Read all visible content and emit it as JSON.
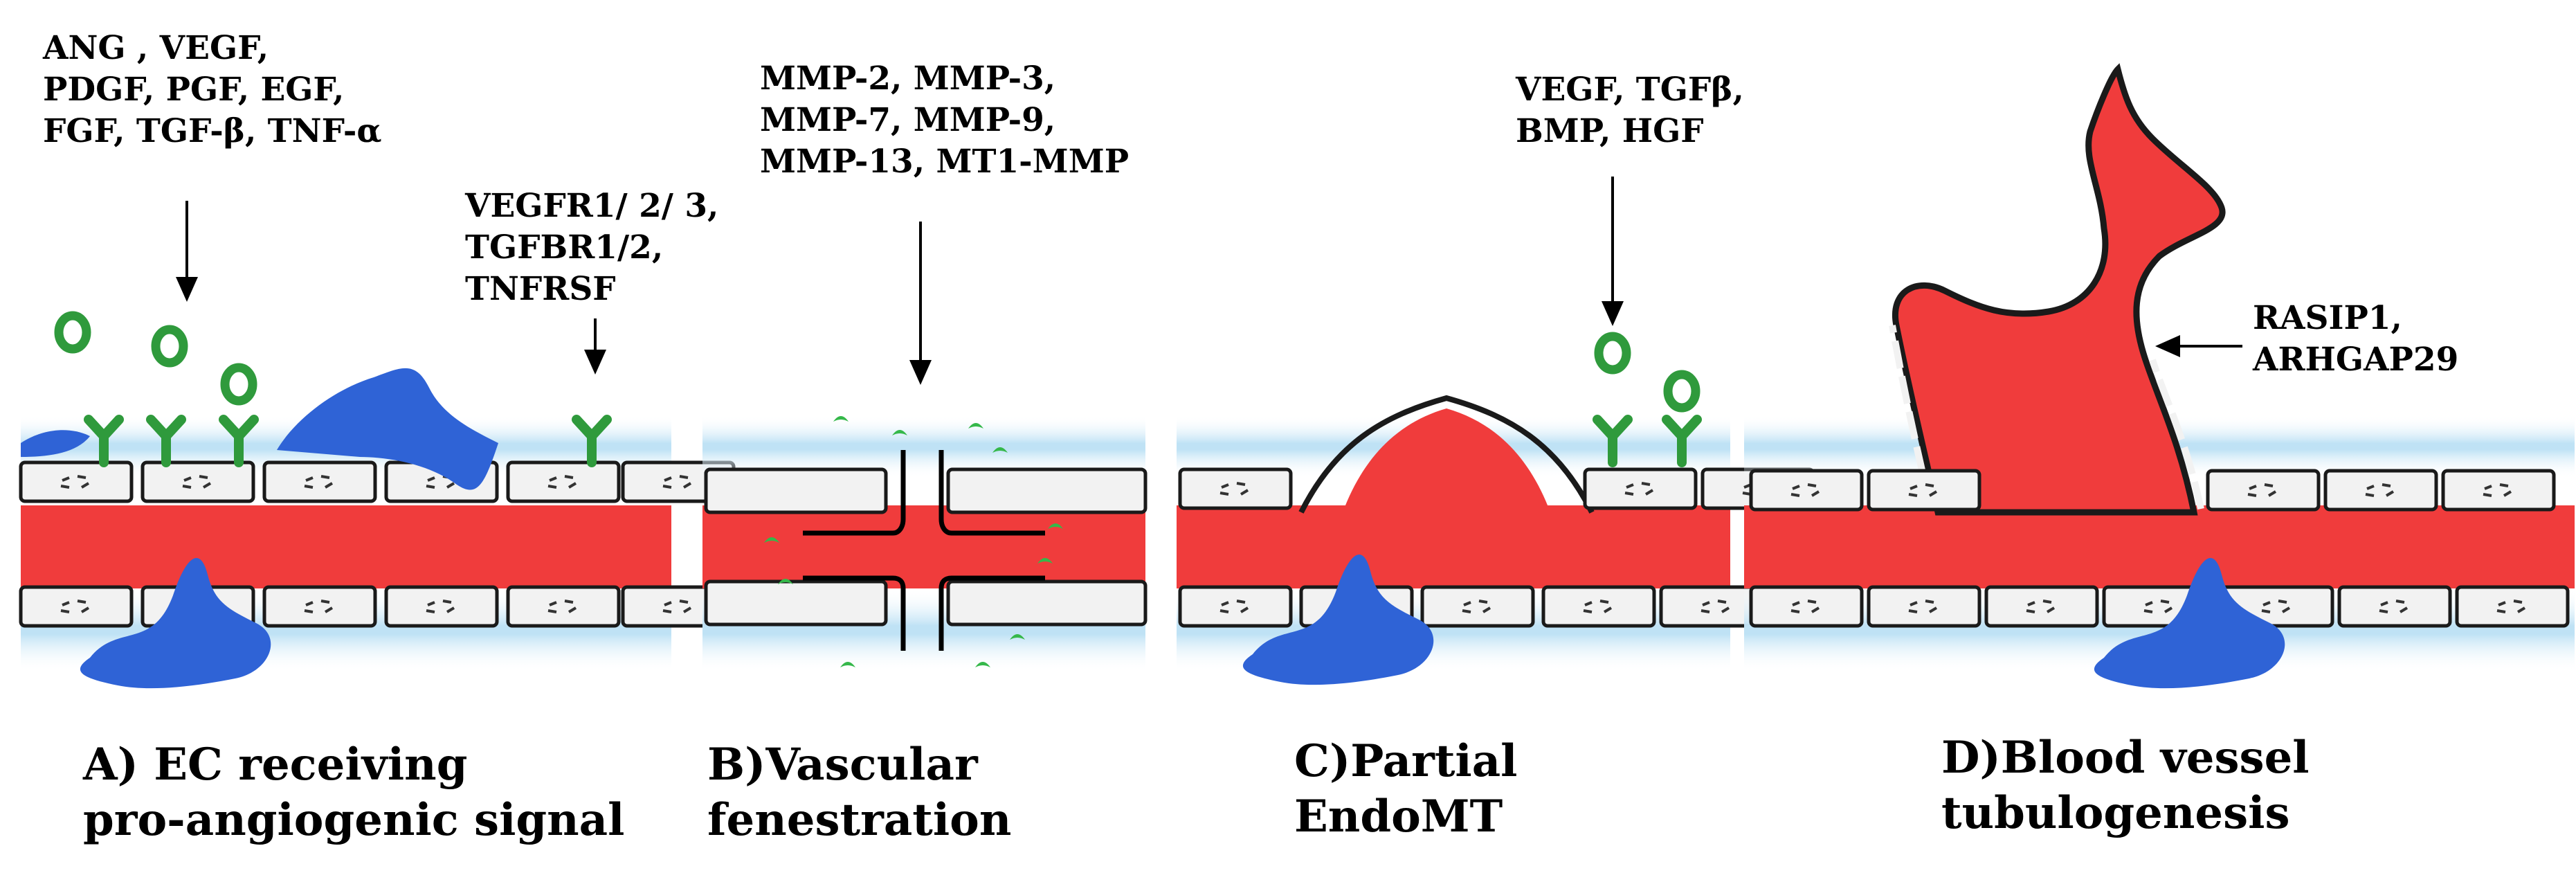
{
  "colors": {
    "blood": "#f03c3c",
    "endothelial_cell": "#f2f2f2",
    "cell_border": "#1a1a1a",
    "pericyte": "#2f63d6",
    "receptor": "#2f9a3c",
    "ligand_ring": "#2f9a3c",
    "mmp_fragment": "#35b84a",
    "tissue_halo": "#bfe2f5"
  },
  "panels": [
    {
      "id": "A",
      "factors": [
        "ANG , VEGF,",
        "PDGF, PGF, EGF,",
        "FGF, TGF-β, TNF-α"
      ],
      "receptors": [
        "VEGFR1/ 2/ 3,",
        "TGFBR1/2,",
        "TNFRSF"
      ],
      "caption": [
        "A)  EC receiving",
        "pro-angiogenic signal"
      ]
    },
    {
      "id": "B",
      "factors": [
        "MMP-2, MMP-3,",
        "MMP-7, MMP-9,",
        "MMP-13, MT1-MMP"
      ],
      "caption": [
        "B)Vascular",
        "fenestration"
      ]
    },
    {
      "id": "C",
      "factors": [
        "VEGF, TGFβ,",
        "BMP, HGF"
      ],
      "caption": [
        "C)Partial",
        "EndoMT"
      ]
    },
    {
      "id": "D",
      "factors": [
        "RASIP1,",
        "ARHGAP29"
      ],
      "caption": [
        "D)Blood vessel",
        "tubulogenesis"
      ]
    }
  ]
}
